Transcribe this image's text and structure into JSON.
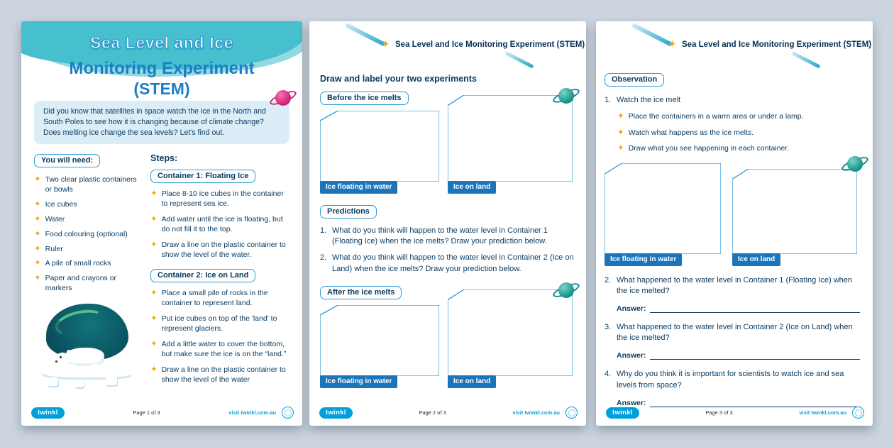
{
  "icons": {
    "star_bullet": "✦"
  },
  "colors": {
    "background": "#ccd5de",
    "teal_wave": "#46bfce",
    "navy_text": "#0b3c62",
    "label_border_blue": "#2e9bd6",
    "tag_blue": "#1b75bb",
    "star_gold": "#f7a800",
    "twinkl_blue": "#00a0dc",
    "title_blue": "#1b7ec6"
  },
  "page1": {
    "title_line1": "Sea Level and Ice",
    "title_line2": "Monitoring Experiment",
    "title_line3": "(STEM)",
    "intro": "Did you know that satellites in space watch the ice in the North and South Poles to see how it is changing because of climate change? Does melting ice change the sea levels? Let's find out.",
    "you_will_need_label": "You will need:",
    "materials": [
      "Two clear plastic containers or bowls",
      "Ice cubes",
      "Water",
      "Food colouring (optional)",
      "Ruler",
      "A pile of small rocks",
      "Paper and crayons or markers"
    ],
    "steps_label": "Steps:",
    "container1_label": "Container 1: Floating Ice",
    "container1_steps": [
      "Place 8-10 ice cubes in the container to represent sea ice.",
      "Add water until the ice is floating, but do not fill it to the top.",
      "Draw a line on the plastic container to show the level of the water."
    ],
    "container2_label": "Container 2: Ice on Land",
    "container2_steps": [
      "Place a small pile of rocks in the container to represent land.",
      "Put ice cubes on top of the 'land' to represent glaciers.",
      "Add a little water to cover the bottom, but make sure the ice is on the “land.”",
      "Draw a line on the plastic container to show the level of the water"
    ],
    "footer": {
      "logo": "twinkl",
      "page": "Page 1 of 3",
      "visit": "visit twinkl.com.au"
    }
  },
  "page2": {
    "header_title": "Sea Level and Ice Monitoring Experiment (STEM)",
    "heading": "Draw and label your two experiments",
    "before_label": "Before the ice melts",
    "after_label": "After the ice melts",
    "box_label_left": "Ice floating in water",
    "box_label_right": "Ice on land",
    "predictions_label": "Predictions",
    "predictions": [
      {
        "num": "1.",
        "text": "What do you think will happen to the water level in Container 1 (Floating Ice) when the ice melts? Draw your prediction below."
      },
      {
        "num": "2.",
        "text": "What do you think will happen to the water level in Container 2 (Ice on Land) when the ice melts? Draw your prediction below."
      }
    ],
    "footer": {
      "logo": "twinkl",
      "page": "Page 2 of 3",
      "visit": "visit twinkl.com.au"
    }
  },
  "page3": {
    "header_title": "Sea Level and Ice Monitoring Experiment (STEM)",
    "observation_label": "Observation",
    "q1": {
      "num": "1.",
      "text": "Watch the ice melt"
    },
    "q1_steps": [
      "Place the containers in a warm area or under a lamp.",
      "Watch what happens as the ice melts.",
      "Draw what you see happening in each container."
    ],
    "box_label_left": "Ice floating in water",
    "box_label_right": "Ice on land",
    "q2": {
      "num": "2.",
      "text": "What happened to the water level in Container 1 (Floating Ice) when the ice melted?"
    },
    "q3": {
      "num": "3.",
      "text": "What happened to the water level in Container 2 (Ice on Land) when the ice melted?"
    },
    "q4": {
      "num": "4.",
      "text": "Why do you think it is important for scientists to watch ice and sea levels from space?"
    },
    "answer_label": "Answer:",
    "footer": {
      "logo": "twinkl",
      "page": "Page 3 of 3",
      "visit": "visit twinkl.com.au"
    }
  }
}
